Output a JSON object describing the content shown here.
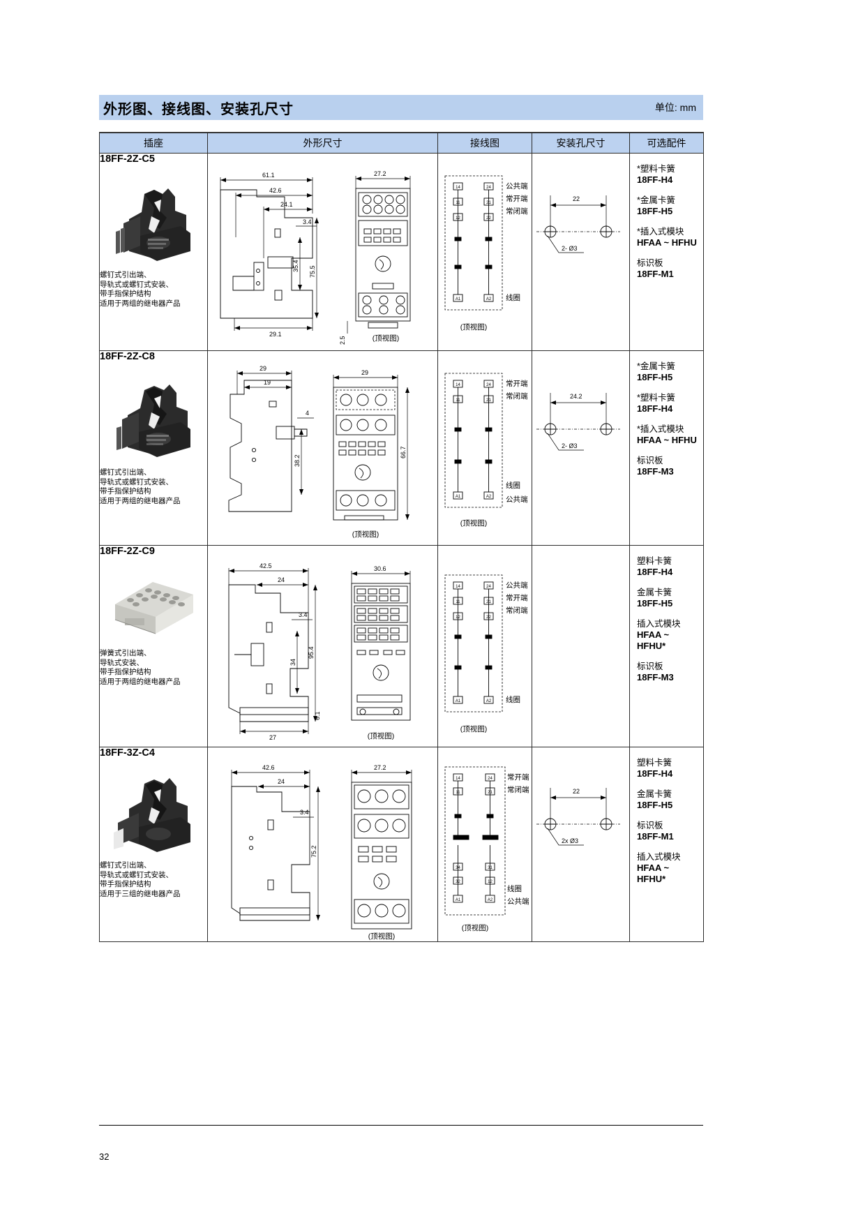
{
  "header": {
    "title": "外形图、接线图、安装孔尺寸",
    "unit": "单位: mm"
  },
  "table": {
    "columns": [
      "插座",
      "外形尺寸",
      "接线图",
      "安装孔尺寸",
      "可选配件"
    ],
    "rows": [
      {
        "model": "18FF-2Z-C5",
        "description": [
          "螺钉式引出端、",
          "导轨式或螺钉式安装、",
          "带手指保护结构",
          "适用于两组的继电器产品"
        ],
        "outline_dims": [
          "61.1",
          "42.6",
          "24.1",
          "3.4",
          "35.4",
          "75.5",
          "29.1",
          "27.2",
          "2.5"
        ],
        "outline_caption": "(顶视图)",
        "wiring_labels": [
          "公共端",
          "常开端",
          "常闭端",
          "线圈"
        ],
        "wiring_caption": "(顶视图)",
        "wiring_terminals": [
          "14",
          "11",
          "12",
          "24",
          "21",
          "22",
          "A1",
          "A2"
        ],
        "mount_dim": "22",
        "mount_hole": "2- Ø3",
        "accessories": [
          {
            "zh": "*塑料卡簧",
            "en": "18FF-H4"
          },
          {
            "zh": "*金属卡簧",
            "en": "18FF-H5"
          },
          {
            "zh": "*插入式模块",
            "en": "HFAA ~ HFHU"
          },
          {
            "zh": "标识板",
            "en": "18FF-M1"
          }
        ]
      },
      {
        "model": "18FF-2Z-C8",
        "description": [
          "螺钉式引出端、",
          "导轨式或螺钉式安装、",
          "带手指保护结构",
          "适用于两组的继电器产品"
        ],
        "outline_dims": [
          "29",
          "19",
          "4",
          "38.2",
          "29",
          "66.7"
        ],
        "outline_caption": "(顶视图)",
        "wiring_labels": [
          "常开端",
          "常闭端",
          "线圈",
          "公共端"
        ],
        "wiring_caption": "(顶视图)",
        "wiring_terminals": [
          "14",
          "11",
          "12",
          "24",
          "21",
          "22",
          "A1",
          "A2"
        ],
        "mount_dim": "24.2",
        "mount_hole": "2- Ø3",
        "accessories": [
          {
            "zh": "*金属卡簧",
            "en": "18FF-H5"
          },
          {
            "zh": "*塑料卡簧",
            "en": "18FF-H4"
          },
          {
            "zh": "*插入式模块",
            "en": "HFAA ~ HFHU"
          },
          {
            "zh": "标识板",
            "en": "18FF-M3"
          }
        ]
      },
      {
        "model": "18FF-2Z-C9",
        "description": [
          "弹簧式引出端、",
          "导轨式安装、",
          "带手指保护结构",
          "适用于两组的继电器产品"
        ],
        "outline_dims": [
          "42.5",
          "24",
          "3.4",
          "34",
          "95.4",
          "27",
          "6.1",
          "30.6"
        ],
        "outline_caption": "(顶视图)",
        "wiring_labels": [
          "公共端",
          "常开端",
          "常闭端",
          "线圈"
        ],
        "wiring_caption": "(顶视图)",
        "wiring_terminals": [
          "14",
          "11",
          "12",
          "24",
          "21",
          "22",
          "A1",
          "A2"
        ],
        "mount_dim": "",
        "mount_hole": "",
        "accessories": [
          {
            "zh": "塑料卡簧",
            "en": "18FF-H4"
          },
          {
            "zh": "金属卡簧",
            "en": "18FF-H5"
          },
          {
            "zh": "插入式模块",
            "en": "HFAA ~ HFHU*"
          },
          {
            "zh": "标识板",
            "en": "18FF-M3"
          }
        ]
      },
      {
        "model": "18FF-3Z-C4",
        "description": [
          "螺钉式引出端、",
          "导轨式或螺钉式安装、",
          "带手指保护结构",
          "适用于三组的继电器产品"
        ],
        "outline_dims": [
          "42.6",
          "24",
          "3.4",
          "75.2",
          "27.2"
        ],
        "outline_caption": "(顶视图)",
        "wiring_labels": [
          "常开端",
          "常闭端",
          "线圈",
          "公共端"
        ],
        "wiring_caption": "(顶视图)",
        "wiring_terminals": [
          "14",
          "11",
          "12",
          "24",
          "21",
          "22",
          "34",
          "31",
          "32",
          "A1",
          "A2"
        ],
        "mount_dim": "22",
        "mount_hole": "2x Ø3",
        "accessories": [
          {
            "zh": "塑料卡簧",
            "en": "18FF-H4"
          },
          {
            "zh": "金属卡簧",
            "en": "18FF-H5"
          },
          {
            "zh": "标识板",
            "en": "18FF-M1"
          },
          {
            "zh": "插入式模块",
            "en": "HFAA ~ HFHU*"
          }
        ]
      }
    ]
  },
  "footer": {
    "page_number": "32"
  },
  "colors": {
    "header_band": "#b9d0ee",
    "table_header": "#bcd2f0",
    "rule": "#000000"
  }
}
